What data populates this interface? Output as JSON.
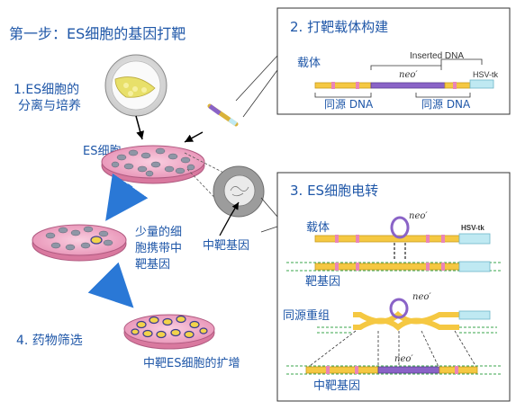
{
  "step1": {
    "title": "第一步：ES细胞的基因打靶",
    "sub1_line1": "1.ES细胞的",
    "sub1_line2": "分离与培养",
    "es_label": "ES细胞",
    "few_cells_line1": "少量的细",
    "few_cells_line2": "胞携带中",
    "few_cells_line3": "靶基因",
    "hit_gene": "中靶基因",
    "drug": "4. 药物筛选",
    "expansion": "中靶ES细胞的扩增"
  },
  "panel2": {
    "title": "2. 打靶载体构建",
    "vector": "载体",
    "neo": "neo′",
    "inserted_dna": "Inserted DNA",
    "hsv": "HSV-tk",
    "homo_left": "同源 DNA",
    "homo_right": "同源 DNA"
  },
  "panel3": {
    "title": "3. ES细胞电转",
    "vector": "载体",
    "neo": "neo′",
    "hsv": "HSV-tk",
    "target": "靶基因",
    "recomb": "同源重组",
    "neo2": "neo′",
    "hit_gene": "中靶基因"
  },
  "colors": {
    "title_blue": "#1f57a8",
    "dna_yellow": "#f5c842",
    "dna_outline": "#c89b1d",
    "neo_purple": "#8a63c7",
    "hsv_cyan": "#bfe9f2",
    "arrow_blue": "#2a78d6",
    "dish_pink": "#f2a9c6",
    "green_dash": "#3aa64b"
  }
}
